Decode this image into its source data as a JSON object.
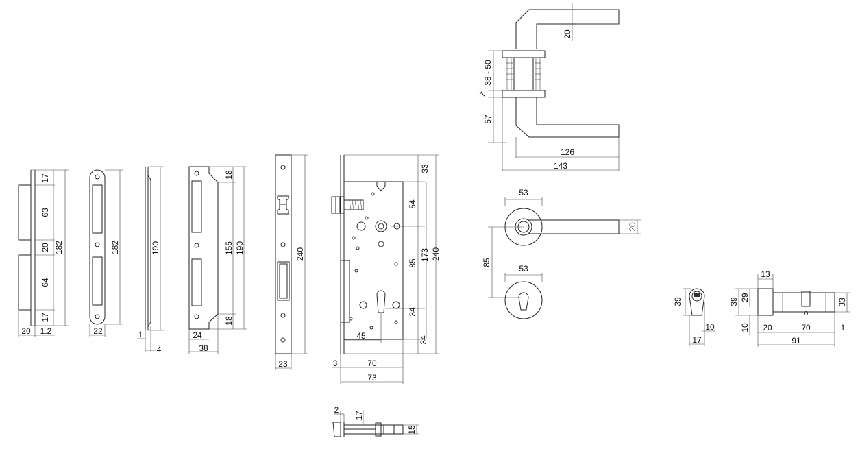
{
  "strike_plate_a": {
    "d_17a": "17",
    "d_63": "63",
    "d_20": "20",
    "d_182": "182",
    "d_64": "64",
    "d_17b": "17",
    "d_20w": "20",
    "d_1_2": "1.2"
  },
  "strike_plate_b": {
    "d_182": "182",
    "d_22": "22"
  },
  "faceplate_side": {
    "d_190": "190",
    "d_1": "1",
    "d_4": "4"
  },
  "strike_plate_c": {
    "d_18a": "18",
    "d_155": "155",
    "d_190": "190",
    "d_18b": "18",
    "d_24": "24",
    "d_38": "38"
  },
  "lock_front": {
    "d_240": "240",
    "d_23": "23"
  },
  "lock_body": {
    "d_33": "33",
    "d_54": "54",
    "d_85": "85",
    "d_173": "173",
    "d_240": "240",
    "d_34a": "34",
    "d_34b": "34",
    "d_45": "45",
    "d_3": "3",
    "d_70": "70",
    "d_73": "73"
  },
  "lock_bottom": {
    "d_2": "2",
    "d_17": "17",
    "d_15": "15"
  },
  "handle_side": {
    "d_20": "20",
    "d_38_50": "38 - 50",
    "d_7": "7",
    "d_57": "57",
    "d_126": "126",
    "d_143": "143"
  },
  "handle_front": {
    "d_53a": "53",
    "d_20": "20",
    "d_85": "85",
    "d_53b": "53"
  },
  "cylinder_end": {
    "d_39": "39",
    "d_10": "10",
    "d_17": "17"
  },
  "cylinder_side": {
    "d_13": "13",
    "d_39": "39",
    "d_29": "29",
    "d_33": "33",
    "d_10": "10",
    "d_20": "20",
    "d_70": "70",
    "d_1": "1",
    "d_91": "91"
  }
}
